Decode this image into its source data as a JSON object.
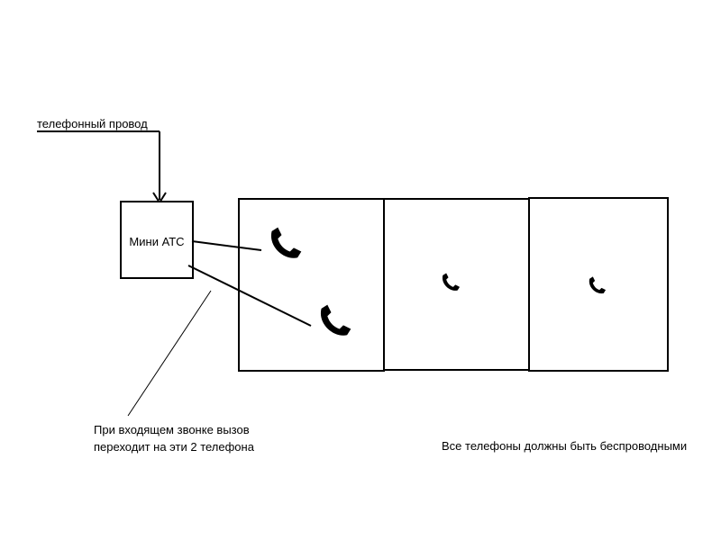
{
  "labels": {
    "phone_wire": "телефонный провод",
    "mini_pbx": "Мини АТС",
    "incoming_note_line1": "При входящем звонке вызов",
    "incoming_note_line2": "переходит на эти 2 телефона",
    "wireless_note": "Все телефоны должны быть беспроводными"
  },
  "icons": {
    "phone": "phone-handset-icon"
  },
  "colors": {
    "stroke": "#000000",
    "background": "#ffffff"
  }
}
